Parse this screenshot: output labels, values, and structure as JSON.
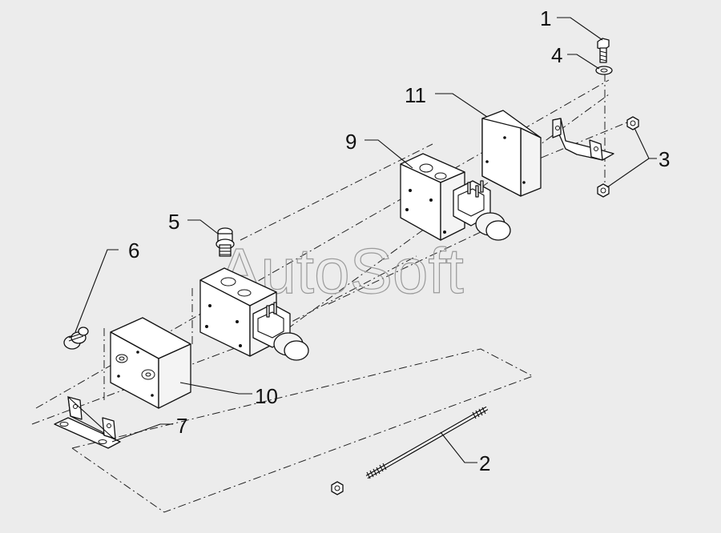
{
  "watermark": "AutoSoft",
  "callouts": [
    {
      "id": "1",
      "label": "1"
    },
    {
      "id": "2",
      "label": "2"
    },
    {
      "id": "3",
      "label": "3"
    },
    {
      "id": "4",
      "label": "4"
    },
    {
      "id": "5",
      "label": "5"
    },
    {
      "id": "6",
      "label": "6"
    },
    {
      "id": "7",
      "label": "7"
    },
    {
      "id": "9",
      "label": "9"
    },
    {
      "id": "10",
      "label": "10"
    },
    {
      "id": "11",
      "label": "11"
    }
  ]
}
